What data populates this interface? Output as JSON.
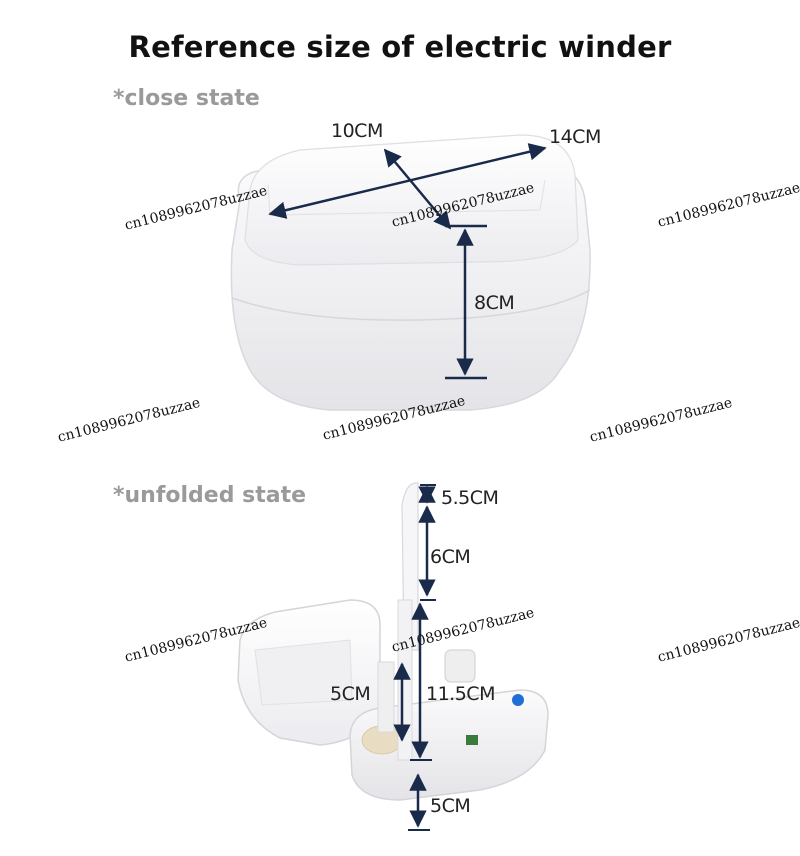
{
  "title": "Reference size of electric winder",
  "close_state": {
    "label": "*close state",
    "dimensions": {
      "depth": "10CM",
      "width": "14CM",
      "height": "8CM"
    }
  },
  "unfolded_state": {
    "label": "*unfolded state",
    "dimensions": {
      "arm_top": "5.5CM",
      "arm_mid": "6CM",
      "total_height": "11.5CM",
      "spindle": "5CM",
      "base": "5CM"
    }
  },
  "watermark": "cn1089962078uzzae",
  "colors": {
    "title": "#111111",
    "state_label": "#9a9a9a",
    "dimension_line": "#1a2a4a",
    "product": "#f4f4f6"
  }
}
